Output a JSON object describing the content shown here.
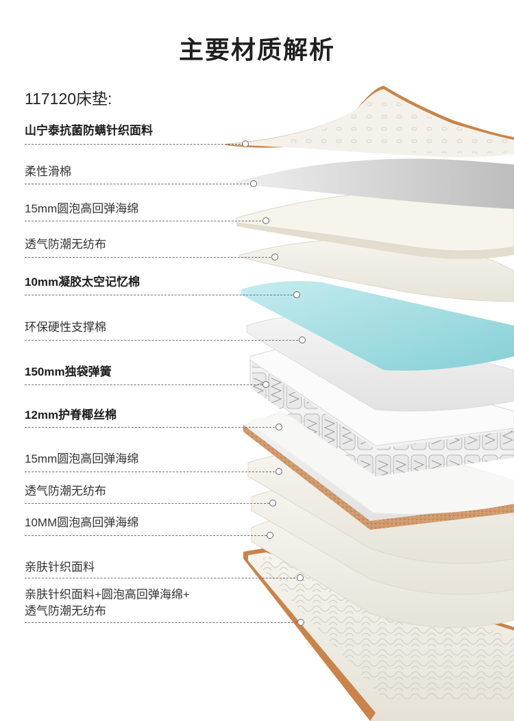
{
  "page": {
    "title": "主要材质解析",
    "subtitle": "117120床垫:"
  },
  "layers": [
    {
      "label": "山宁泰抗菌防螨针织面料",
      "emphasis": true
    },
    {
      "label": "柔性滑棉",
      "emphasis": false
    },
    {
      "label": "15mm圆泡高回弹海绵",
      "emphasis": false
    },
    {
      "label": "透气防潮无纺布",
      "emphasis": false
    },
    {
      "label": "10mm凝胶太空记忆棉",
      "emphasis": true
    },
    {
      "label": "环保硬性支撑棉",
      "emphasis": false
    },
    {
      "label": "150mm独袋弹簧",
      "emphasis": true
    },
    {
      "label": "12mm护脊椰丝棉",
      "emphasis": true
    },
    {
      "label": "15mm圆泡高回弹海绵",
      "emphasis": false
    },
    {
      "label": "透气防潮无纺布",
      "emphasis": false
    },
    {
      "label": "10MM圆泡高回弹海绵",
      "emphasis": false
    },
    {
      "label": "亲肤针织面料",
      "emphasis": false
    },
    {
      "label": "亲肤针织面料+圆泡高回弹海绵+",
      "label_line2": "透气防潮无纺布",
      "emphasis": false
    }
  ],
  "colors": {
    "gel": "#9fdde0",
    "coir_edge": "#c8956a",
    "piping": "#c8844a",
    "foam": "#f1eee6",
    "fleece": "#d9d9d9"
  }
}
